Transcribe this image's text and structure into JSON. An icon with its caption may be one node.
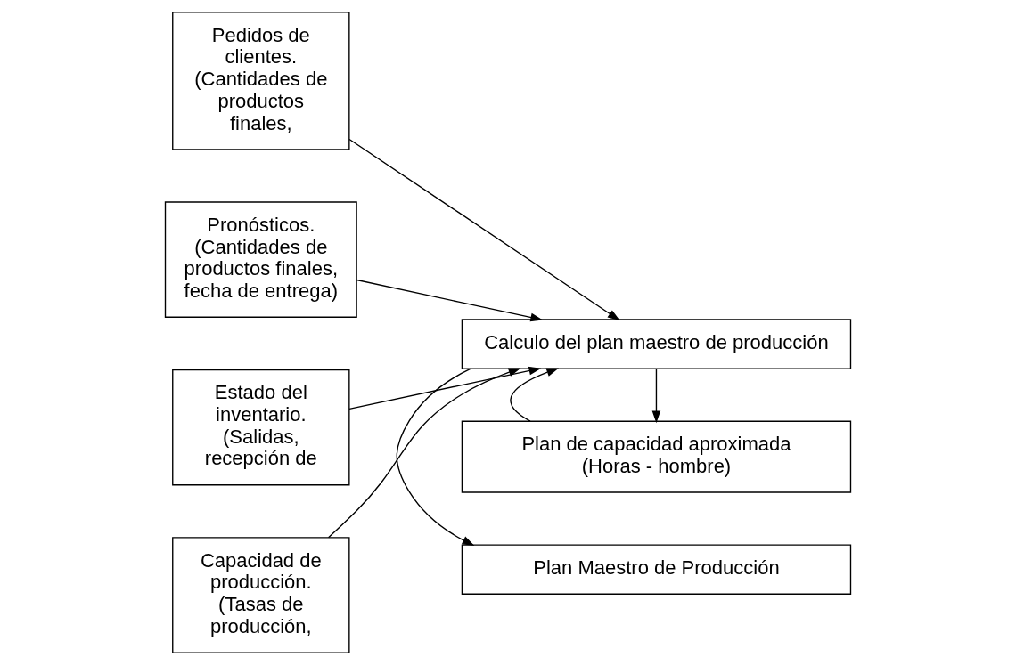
{
  "diagram": {
    "nodes": [
      {
        "text": [
          "Pedidos de clientes. (Cantidades de productos finales,"
        ]
      },
      {
        "text": [
          "Pronósticos. (Cantidades de productos finales, fecha de entrega)"
        ]
      },
      {
        "text": [
          "Estado del inventario. (Salidas, recepción de"
        ]
      },
      {
        "text": [
          "Capacidad de producción. (Tasas de producción,"
        ]
      },
      {
        "text": [
          "Calculo del plan maestro de producción"
        ]
      },
      {
        "text": [
          "Plan de capacidad aproximada (Horas - hombre)"
        ]
      },
      {
        "text": [
          "Plan Maestro de Producción"
        ]
      }
    ],
    "edges": [
      {
        "from": 0,
        "to": 4,
        "arrow": "to"
      },
      {
        "from": 1,
        "to": 4,
        "arrow": "to"
      },
      {
        "from": 2,
        "to": 4,
        "arrow": "to"
      },
      {
        "from": 3,
        "to": 4,
        "arrow": "to"
      },
      {
        "from": 4,
        "to": 5,
        "arrow": "to"
      },
      {
        "from": 5,
        "to": 4,
        "arrow": "to"
      },
      {
        "from": 4,
        "to": 6,
        "arrow": "to"
      }
    ]
  }
}
